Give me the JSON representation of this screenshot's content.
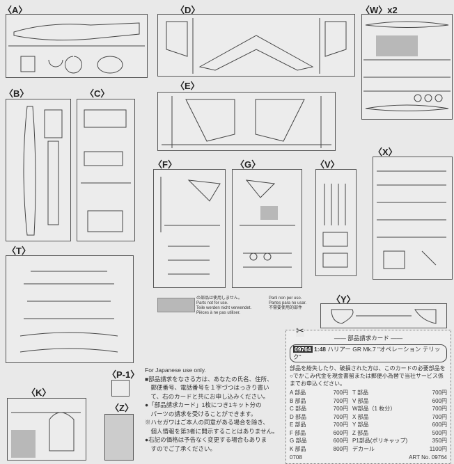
{
  "sprue_labels": {
    "A": "〈A〉",
    "D": "〈D〉",
    "W": "〈W〉x2",
    "B": "〈B〉",
    "C": "〈C〉",
    "E": "〈E〉",
    "F": "〈F〉",
    "G": "〈G〉",
    "V": "〈V〉",
    "X": "〈X〉",
    "T": "〈T〉",
    "Y": "〈Y〉",
    "P1": "〈P-1〉",
    "K": "〈K〉",
    "Z": "〈Z〉"
  },
  "legend": {
    "jp": "の部品は使用しません。",
    "en": "Parts not for use.",
    "de": "Teile werden nicht verwendet.",
    "fr": "Pièces à ne pas utiliser.",
    "it": "Parti non per uso.",
    "es": "Partes para no usar.",
    "zh": "不需要使用的部件"
  },
  "notice": {
    "title": "For Japanese use only.",
    "lines": [
      "■部品請求をなさる方は、あなたの氏名、住所、",
      "　郵便番号、電話番号を１字づつはっきり書い",
      "　て、右のカードと共にお申し込みください。",
      "●「部品請求カード」1枚につき1キット分の",
      "　パーツの請求を受けることができます。",
      "※ハセガワはご本人の同意がある場合を除き、",
      "　個人情報を第3者に開示することはありません。",
      "●右記の価格は予告なく変更する場合もありま",
      "　すのでご了承ください。"
    ]
  },
  "card": {
    "title": "―― 部品請求カード ――",
    "code": "09764",
    "scale": "1:48",
    "product": "ハリアー GR Mk.7 \"オペレーション テリック\"",
    "intro": "部品を紛失したり、破損された方は、このカードの必要部品を○でかこみ代金を現金書留または郵便小為替で当社サービス係までお申込ください。",
    "prices": [
      [
        "A 部品",
        "700円"
      ],
      [
        "T 部品",
        "700円"
      ],
      [
        "B 部品",
        "700円"
      ],
      [
        "V 部品",
        "600円"
      ],
      [
        "C 部品",
        "700円"
      ],
      [
        "W部品（1 枚分）",
        "700円"
      ],
      [
        "D 部品",
        "700円"
      ],
      [
        "X 部品",
        "700円"
      ],
      [
        "E 部品",
        "700円"
      ],
      [
        "Y 部品",
        "600円"
      ],
      [
        "F 部品",
        "600円"
      ],
      [
        "Z 部品",
        "500円"
      ],
      [
        "G 部品",
        "600円"
      ],
      [
        "P1部品(ポリキャップ)",
        "350円"
      ],
      [
        "K 部品",
        "800円"
      ],
      [
        "デカール",
        "1100円"
      ]
    ],
    "date": "0708",
    "art": "ART No. 09764"
  }
}
